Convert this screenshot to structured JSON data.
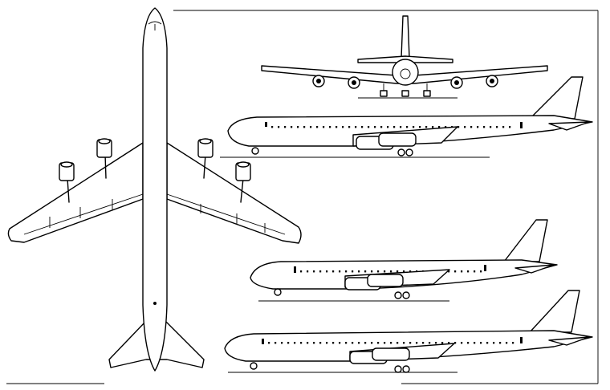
{
  "diagram": {
    "views": [
      {
        "id": "plan-view"
      },
      {
        "id": "front-view"
      },
      {
        "id": "side-view-1"
      },
      {
        "id": "side-view-2"
      },
      {
        "id": "side-view-3"
      }
    ],
    "colors": {
      "line": "#000000",
      "background": "#ffffff"
    }
  }
}
